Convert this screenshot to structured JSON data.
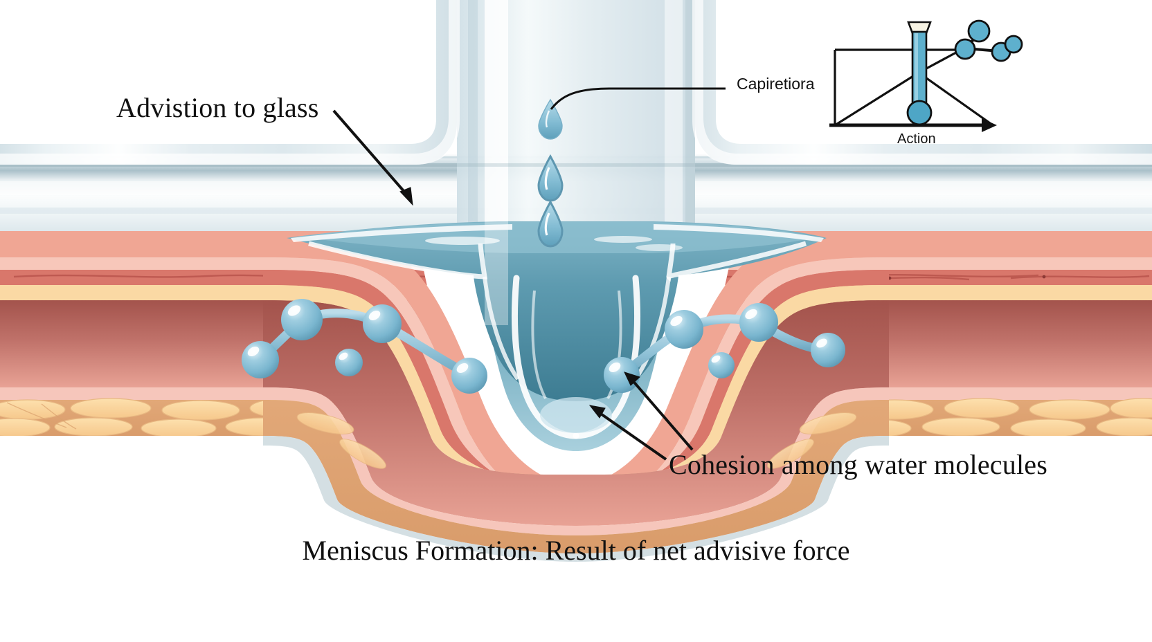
{
  "figure": {
    "title": "Meniscus Formation: Result of net advisive force",
    "caption": "Meniscus Formation: Result of net advisive force"
  },
  "labels": {
    "adhesion": "Advistion to glass",
    "cohesion": "Cohesion among water molecules",
    "inset_title": "Capiretiora",
    "inset_axis": "Action"
  },
  "colors": {
    "water_pool": "#5e9bb0",
    "water_pool_dark": "#3f7f94",
    "water_molecule": "#8cc3da",
    "water_molecule_dark": "#6aa8c4",
    "molecule_outline": "#1a1a1a",
    "glass": "#dde7ec",
    "glass_edge": "#9fb6bf",
    "tissue_salmon": "#f0a694",
    "tissue_pink_light": "#f6c2b6",
    "tissue_red": "#d9766a",
    "tissue_cream": "#fad9a4",
    "tissue_deep": "#a8564f",
    "tissue_mauve": "#c98a84",
    "fat_cell": "#f8cf94",
    "fat_bg": "#e0a97a",
    "ink": "#111111"
  },
  "elements": {
    "droplets_in_tube": 3,
    "molecules_left_chain": 4,
    "molecules_right_chain": 4,
    "leader_lines": 3
  },
  "inset": {
    "thermometer_liquid_color": "#5eb0cd",
    "bulb_color": "#4ea6c6",
    "molecule_count": 4
  }
}
